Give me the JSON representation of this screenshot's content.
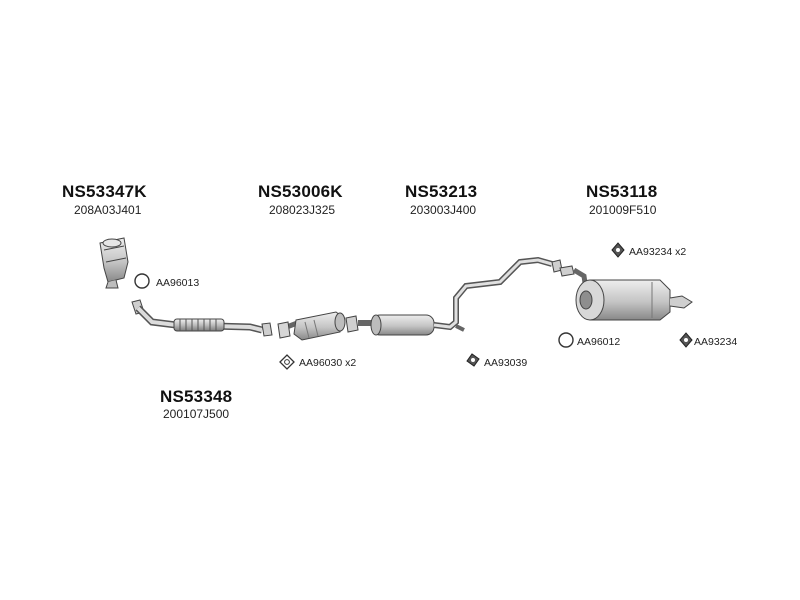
{
  "parts": {
    "front_pipe_cat": {
      "number": "NS53347K",
      "oem": "208A03J401"
    },
    "catalyst": {
      "number": "NS53006K",
      "oem": "208023J325"
    },
    "center_pipe": {
      "number": "NS53213",
      "oem": "203003J400"
    },
    "rear_silencer": {
      "number": "NS53118",
      "oem": "201009F510"
    },
    "front_pipe": {
      "number": "NS53348",
      "oem": "200107J500"
    }
  },
  "accessories": {
    "ring_front": {
      "code": "AA96013"
    },
    "gasket_cat": {
      "code": "AA96030 x2"
    },
    "hanger_center": {
      "code": "AA93039"
    },
    "ring_rear": {
      "code": "AA96012"
    },
    "hanger_rear_top": {
      "code": "AA93234 x2"
    },
    "hanger_rear_right": {
      "code": "AA93234"
    }
  },
  "colors": {
    "line": "#444444",
    "fill": "#d9d9d9",
    "fill_dark": "#9a9a9a"
  }
}
